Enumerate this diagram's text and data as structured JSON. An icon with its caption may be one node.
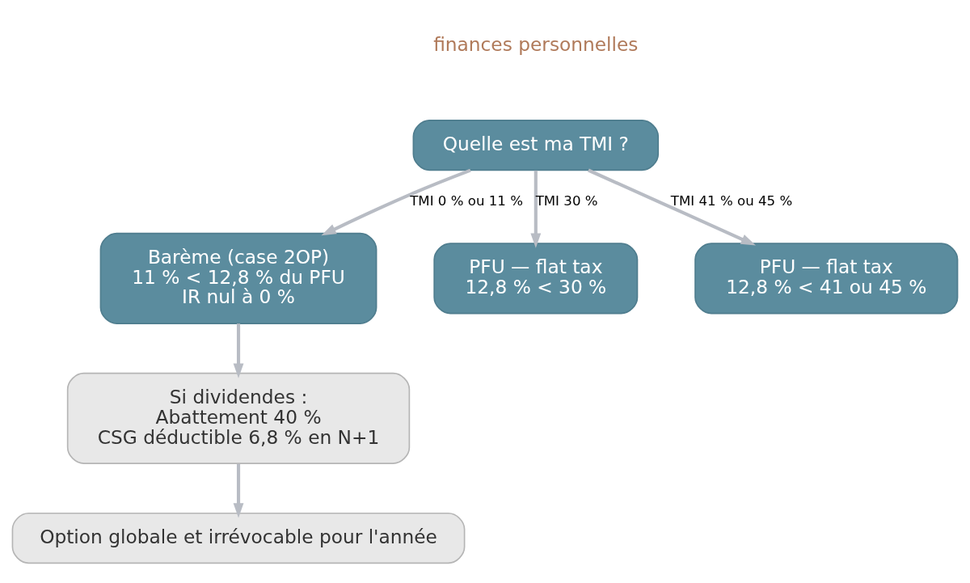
{
  "diagram": {
    "nodes": [
      {
        "text": [
          "Quelle est ma TMI ?"
        ]
      },
      {
        "text": [
          "Barème (case 2OP)",
          "11 % < 12,8 % du PFU",
          "IR nul à 0 %"
        ]
      },
      {
        "text": [
          "PFU — flat tax",
          "12,8 % < 30 %"
        ]
      },
      {
        "text": [
          "PFU — flat tax",
          "12,8 % < 41 ou 45 %"
        ]
      },
      {
        "text": [
          "Si dividendes :",
          "Abattement 40 %",
          "CSG déductible 6,8 % en N+1"
        ]
      },
      {
        "text": [
          "Option globale et irrévocable pour l'année"
        ]
      }
    ],
    "edges": [
      {
        "from": 0,
        "to": 1,
        "arrow": "to",
        "label": "TMI 0 % ou 11 %"
      },
      {
        "from": 0,
        "to": 2,
        "arrow": "to",
        "label": "TMI 30 %"
      },
      {
        "from": 0,
        "to": 3,
        "arrow": "to",
        "label": "TMI 41 % ou 45 %"
      },
      {
        "from": 1,
        "to": 4,
        "arrow": "to"
      },
      {
        "from": 4,
        "to": 5,
        "arrow": "to"
      }
    ],
    "labels": [
      "finances personnelles"
    ]
  }
}
